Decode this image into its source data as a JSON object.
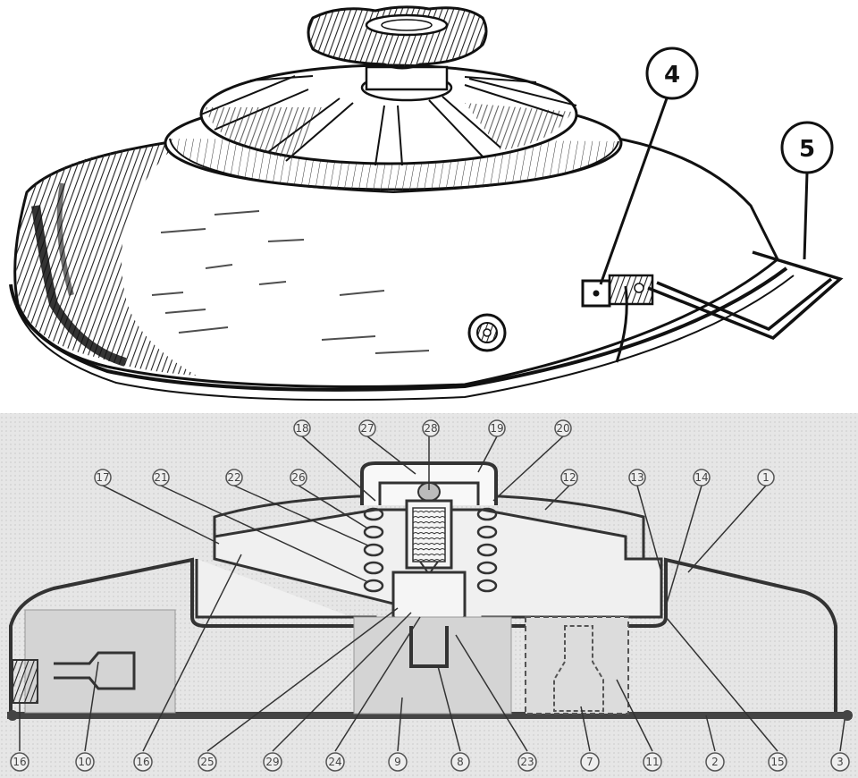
{
  "top_callouts": [
    "4",
    "5"
  ],
  "section_callouts": [
    "18",
    "27",
    "28",
    "19",
    "20",
    "17",
    "21",
    "22",
    "26",
    "12",
    "13",
    "14",
    "1",
    "16",
    "10",
    "16",
    "25",
    "29",
    "24",
    "9",
    "8",
    "23",
    "7",
    "11",
    "2",
    "15",
    "3"
  ],
  "colors": {
    "ink": "#1a1a1a",
    "paper": "#ffffff",
    "section_bg": "#e6e6e6",
    "section_shade": "#d4d4d4"
  }
}
